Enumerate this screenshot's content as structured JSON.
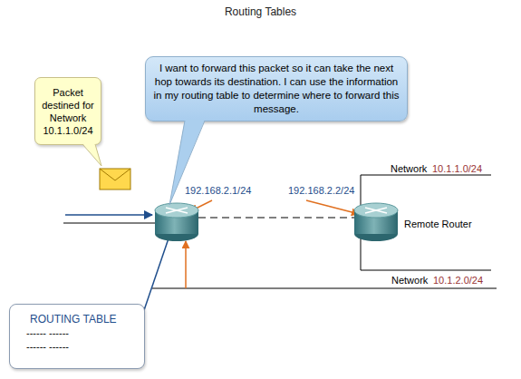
{
  "diagram": {
    "title": "Routing Tables",
    "nodes": [
      {
        "text": [
          "I want to forward this packet so it can take the next hop towards its destination. I can use the information in my routing table to determine where to forward this message."
        ]
      },
      {
        "text": [
          "Packet destined for Network 10.1.1.0/24"
        ]
      },
      {
        "text": [
          "ROUTING TABLE",
          "------ ------",
          "------ ------"
        ]
      }
    ],
    "labels": [
      "192.168.2.1/24",
      "192.168.2.2/24",
      "Network",
      "10.1.1.0/24",
      "Remote Router",
      "Network",
      "10.1.2.0/24"
    ]
  }
}
